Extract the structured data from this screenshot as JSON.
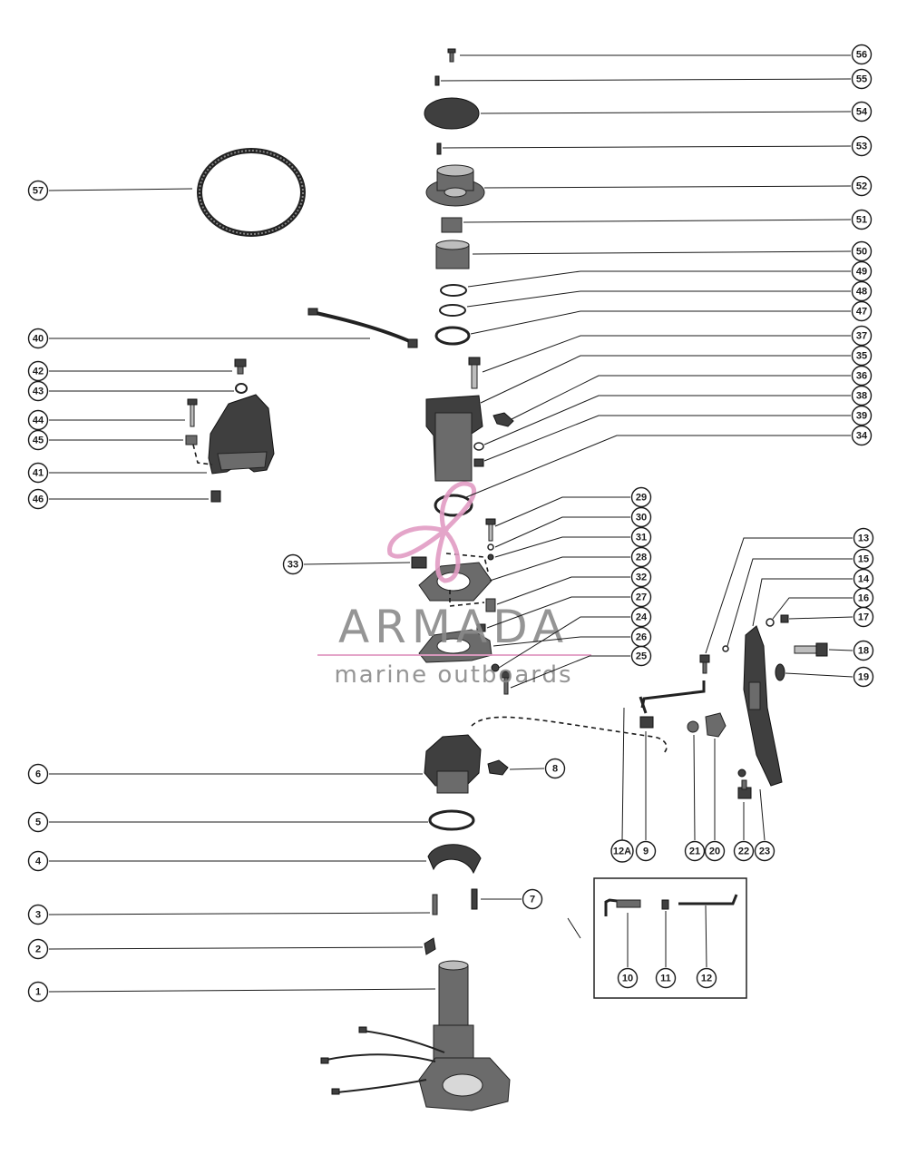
{
  "callouts": [
    {
      "id": "56",
      "label": "56"
    },
    {
      "id": "55",
      "label": "55"
    },
    {
      "id": "54",
      "label": "54"
    },
    {
      "id": "53",
      "label": "53"
    },
    {
      "id": "52",
      "label": "52"
    },
    {
      "id": "51",
      "label": "51"
    },
    {
      "id": "50",
      "label": "50"
    },
    {
      "id": "49",
      "label": "49"
    },
    {
      "id": "48",
      "label": "48"
    },
    {
      "id": "47",
      "label": "47"
    },
    {
      "id": "37",
      "label": "37"
    },
    {
      "id": "35",
      "label": "35"
    },
    {
      "id": "36",
      "label": "36"
    },
    {
      "id": "38",
      "label": "38"
    },
    {
      "id": "39",
      "label": "39"
    },
    {
      "id": "34",
      "label": "34"
    },
    {
      "id": "57",
      "label": "57"
    },
    {
      "id": "40",
      "label": "40"
    },
    {
      "id": "42",
      "label": "42"
    },
    {
      "id": "43",
      "label": "43"
    },
    {
      "id": "44",
      "label": "44"
    },
    {
      "id": "45",
      "label": "45"
    },
    {
      "id": "41",
      "label": "41"
    },
    {
      "id": "46",
      "label": "46"
    },
    {
      "id": "29",
      "label": "29"
    },
    {
      "id": "30",
      "label": "30"
    },
    {
      "id": "31",
      "label": "31"
    },
    {
      "id": "28",
      "label": "28"
    },
    {
      "id": "32",
      "label": "32"
    },
    {
      "id": "27",
      "label": "27"
    },
    {
      "id": "24",
      "label": "24"
    },
    {
      "id": "26",
      "label": "26"
    },
    {
      "id": "25",
      "label": "25"
    },
    {
      "id": "33",
      "label": "33"
    },
    {
      "id": "13",
      "label": "13"
    },
    {
      "id": "15",
      "label": "15"
    },
    {
      "id": "14",
      "label": "14"
    },
    {
      "id": "16",
      "label": "16"
    },
    {
      "id": "17",
      "label": "17"
    },
    {
      "id": "18",
      "label": "18"
    },
    {
      "id": "19",
      "label": "19"
    },
    {
      "id": "6",
      "label": "6"
    },
    {
      "id": "8",
      "label": "8"
    },
    {
      "id": "5",
      "label": "5"
    },
    {
      "id": "4",
      "label": "4"
    },
    {
      "id": "3",
      "label": "3"
    },
    {
      "id": "7",
      "label": "7"
    },
    {
      "id": "2",
      "label": "2"
    },
    {
      "id": "1",
      "label": "1"
    },
    {
      "id": "12A",
      "label": "12A"
    },
    {
      "id": "9",
      "label": "9"
    },
    {
      "id": "21",
      "label": "21"
    },
    {
      "id": "20",
      "label": "20"
    },
    {
      "id": "22",
      "label": "22"
    },
    {
      "id": "23",
      "label": "23"
    },
    {
      "id": "10",
      "label": "10"
    },
    {
      "id": "11",
      "label": "11"
    },
    {
      "id": "12",
      "label": "12"
    }
  ],
  "watermark": {
    "brand": "ARMADA",
    "tagline": "marine outboards",
    "logo_color": "#e29cc4",
    "text_color": "#8a8a8a"
  }
}
